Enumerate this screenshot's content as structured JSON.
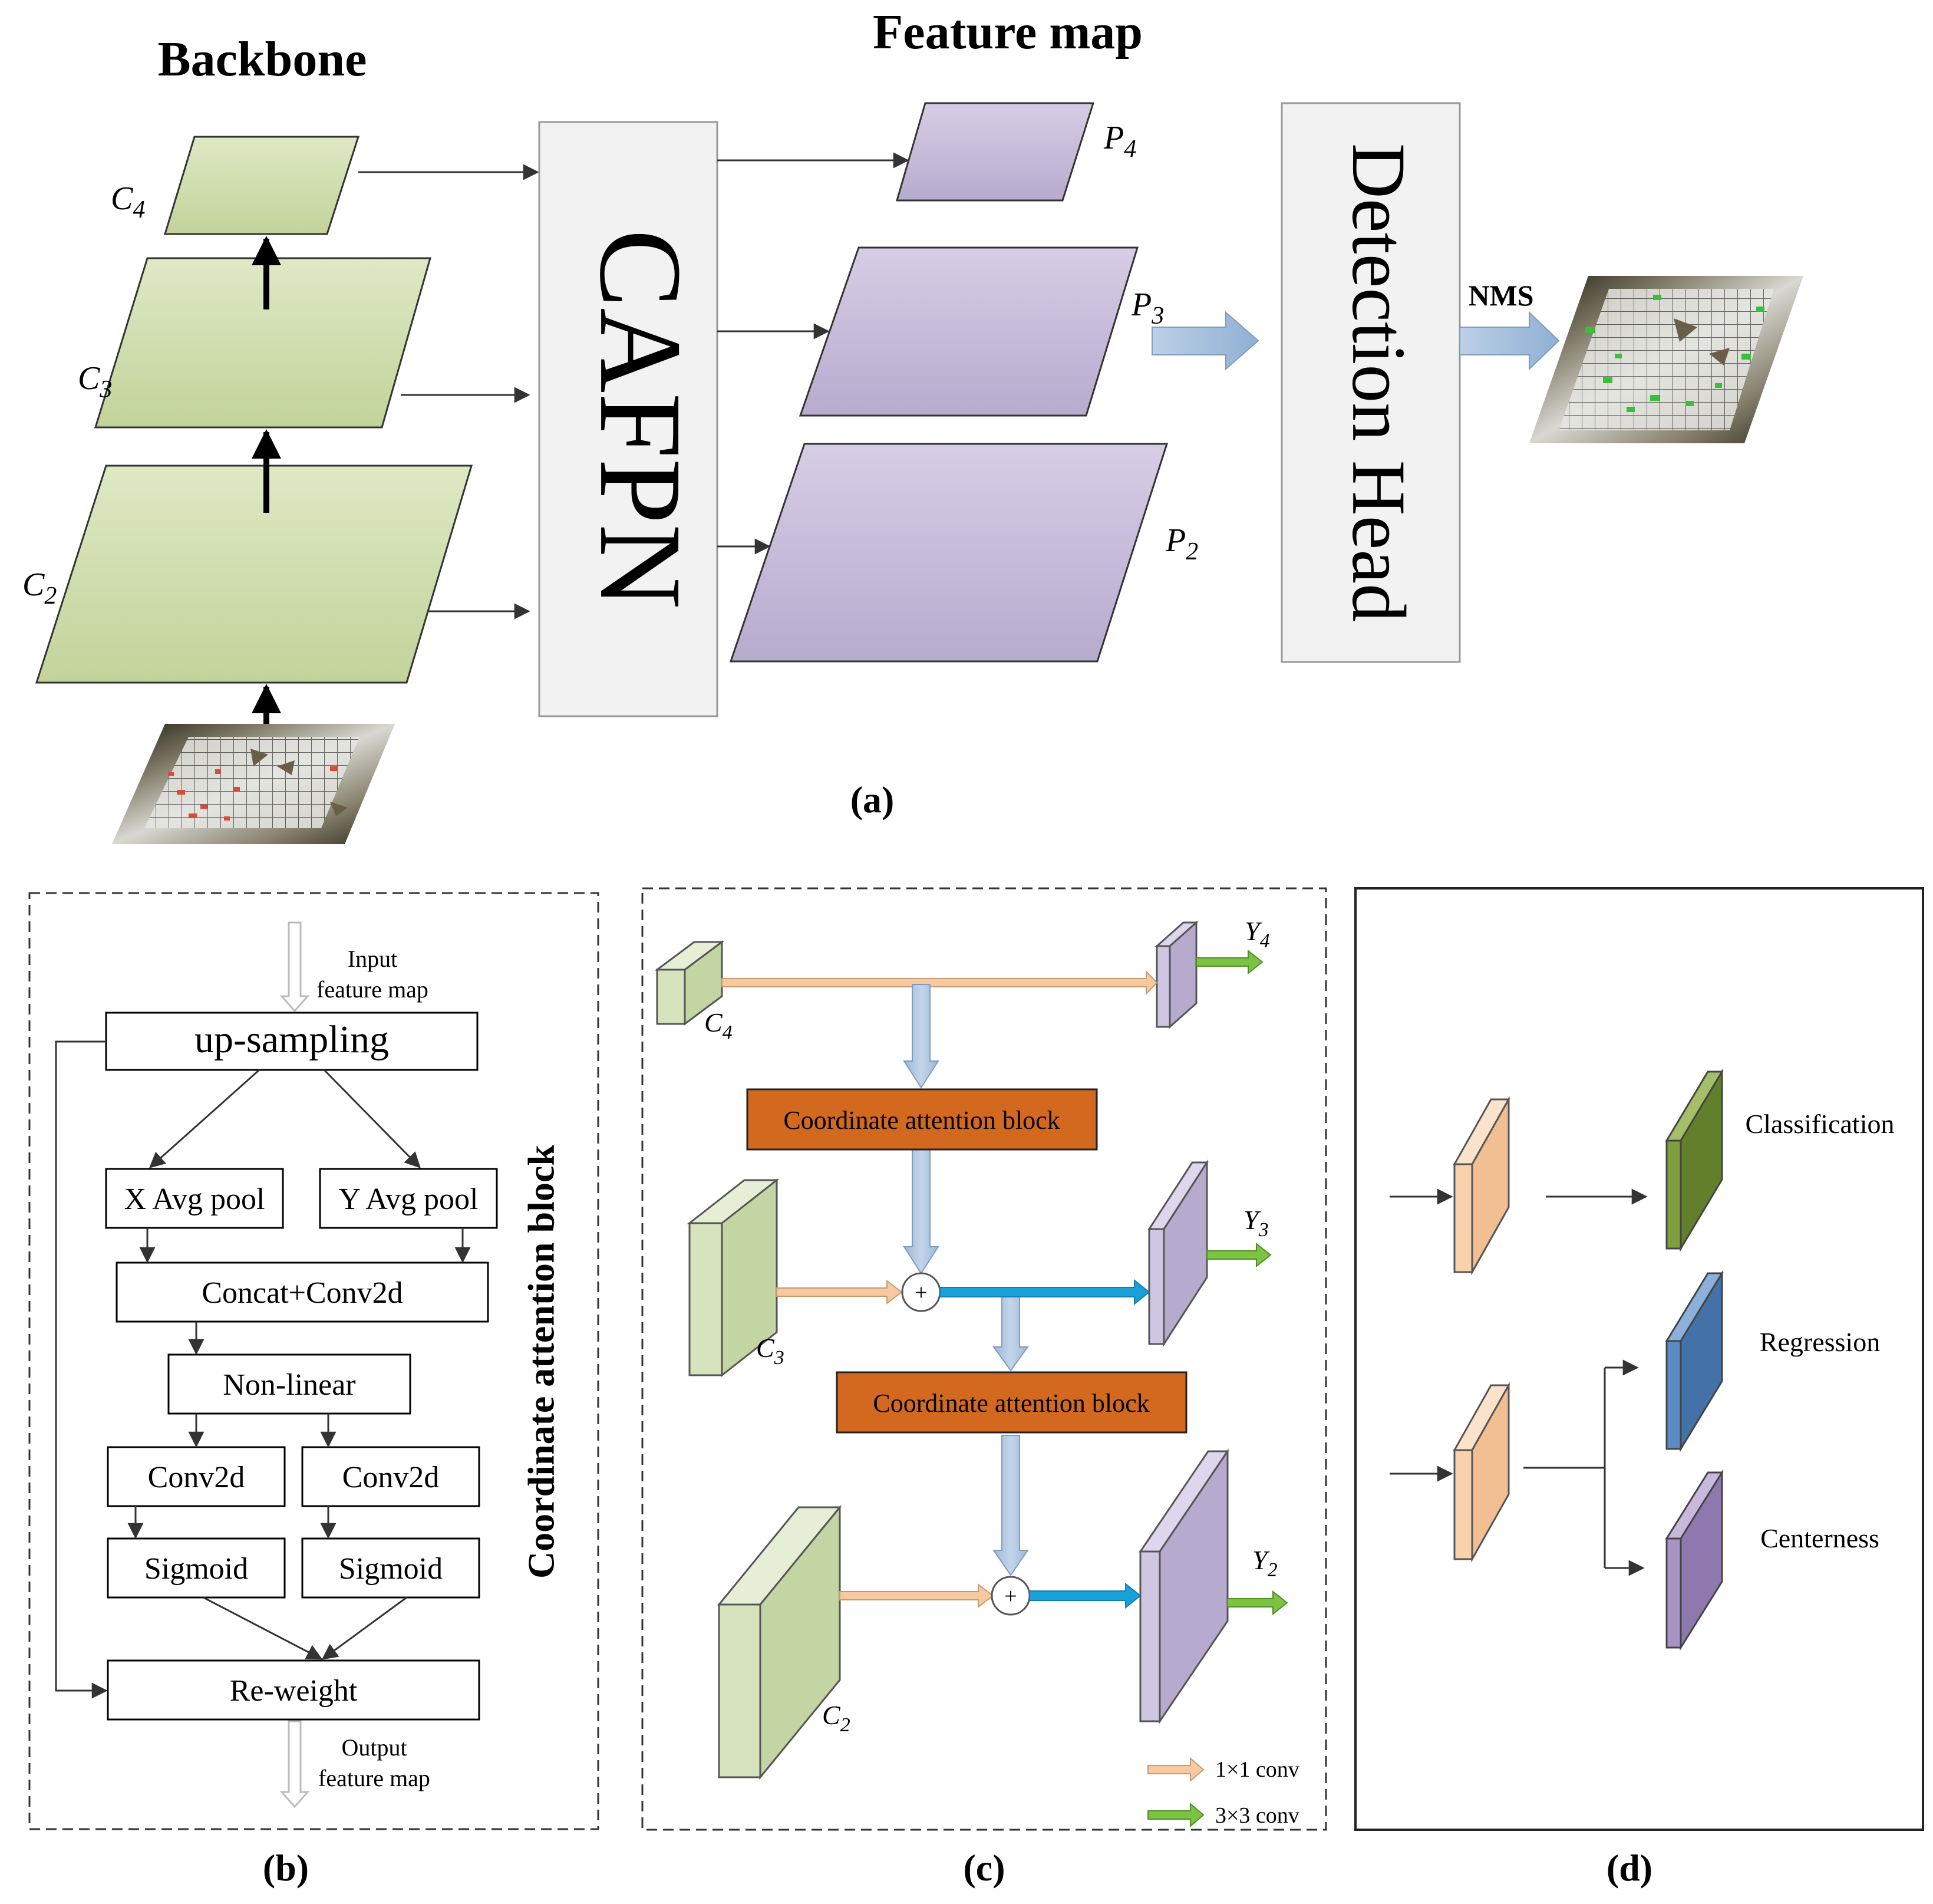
{
  "panel_a": {
    "title_backbone": "Backbone",
    "title_feature_map": "Feature map",
    "backbone_labels": [
      {
        "main": "C",
        "sub": "4"
      },
      {
        "main": "C",
        "sub": "3"
      },
      {
        "main": "C",
        "sub": "2"
      }
    ],
    "pyramid_labels": [
      {
        "main": "P",
        "sub": "4"
      },
      {
        "main": "P",
        "sub": "3"
      },
      {
        "main": "P",
        "sub": "2"
      }
    ],
    "cafpn_label": "CAFPN",
    "detection_head_label": "Detection Head",
    "nms_label": "NMS",
    "caption": "(a)"
  },
  "panel_b": {
    "input_label_line1": "Input",
    "input_label_line2": "feature map",
    "upsampling": "up-sampling",
    "x_avg_pool": "X Avg pool",
    "y_avg_pool": "Y Avg pool",
    "concat_conv": "Concat+Conv2d",
    "non_linear": "Non-linear",
    "conv2d_left": "Conv2d",
    "conv2d_right": "Conv2d",
    "sigmoid_left": "Sigmoid",
    "sigmoid_right": "Sigmoid",
    "reweight": "Re-weight",
    "output_label_line1": "Output",
    "output_label_line2": "feature map",
    "side_title": "Coordinate attention block",
    "caption": "(b)"
  },
  "panel_c": {
    "c_labels": [
      {
        "main": "C",
        "sub": "4"
      },
      {
        "main": "C",
        "sub": "3"
      },
      {
        "main": "C",
        "sub": "2"
      }
    ],
    "y_labels": [
      {
        "main": "Y",
        "sub": "4"
      },
      {
        "main": "Y",
        "sub": "3"
      },
      {
        "main": "Y",
        "sub": "2"
      }
    ],
    "ca_block_1": "Coordinate attention block",
    "ca_block_2": "Coordinate attention block",
    "plus_symbol": "+",
    "legend_conv1": "1×1 conv",
    "legend_conv3": "3×3 conv",
    "caption": "(c)"
  },
  "panel_d": {
    "classification": "Classification",
    "regression": "Regression",
    "centerness": "Centerness",
    "caption": "(d)"
  },
  "colors": {
    "backbone_green": "#cfdcaa",
    "pyramid_purple": "#c3b9d7",
    "panel_gray": "#f2f2f2",
    "ca_block_orange": "#d2691e",
    "peach": "#f8cfa8",
    "conv3_green": "#7cc243",
    "light_blue": "#a6c1dd",
    "bright_blue": "#1aa0d8",
    "cls_green": "#7a9a3a",
    "reg_blue": "#5b8cc4",
    "ctr_purple": "#a894c4"
  }
}
